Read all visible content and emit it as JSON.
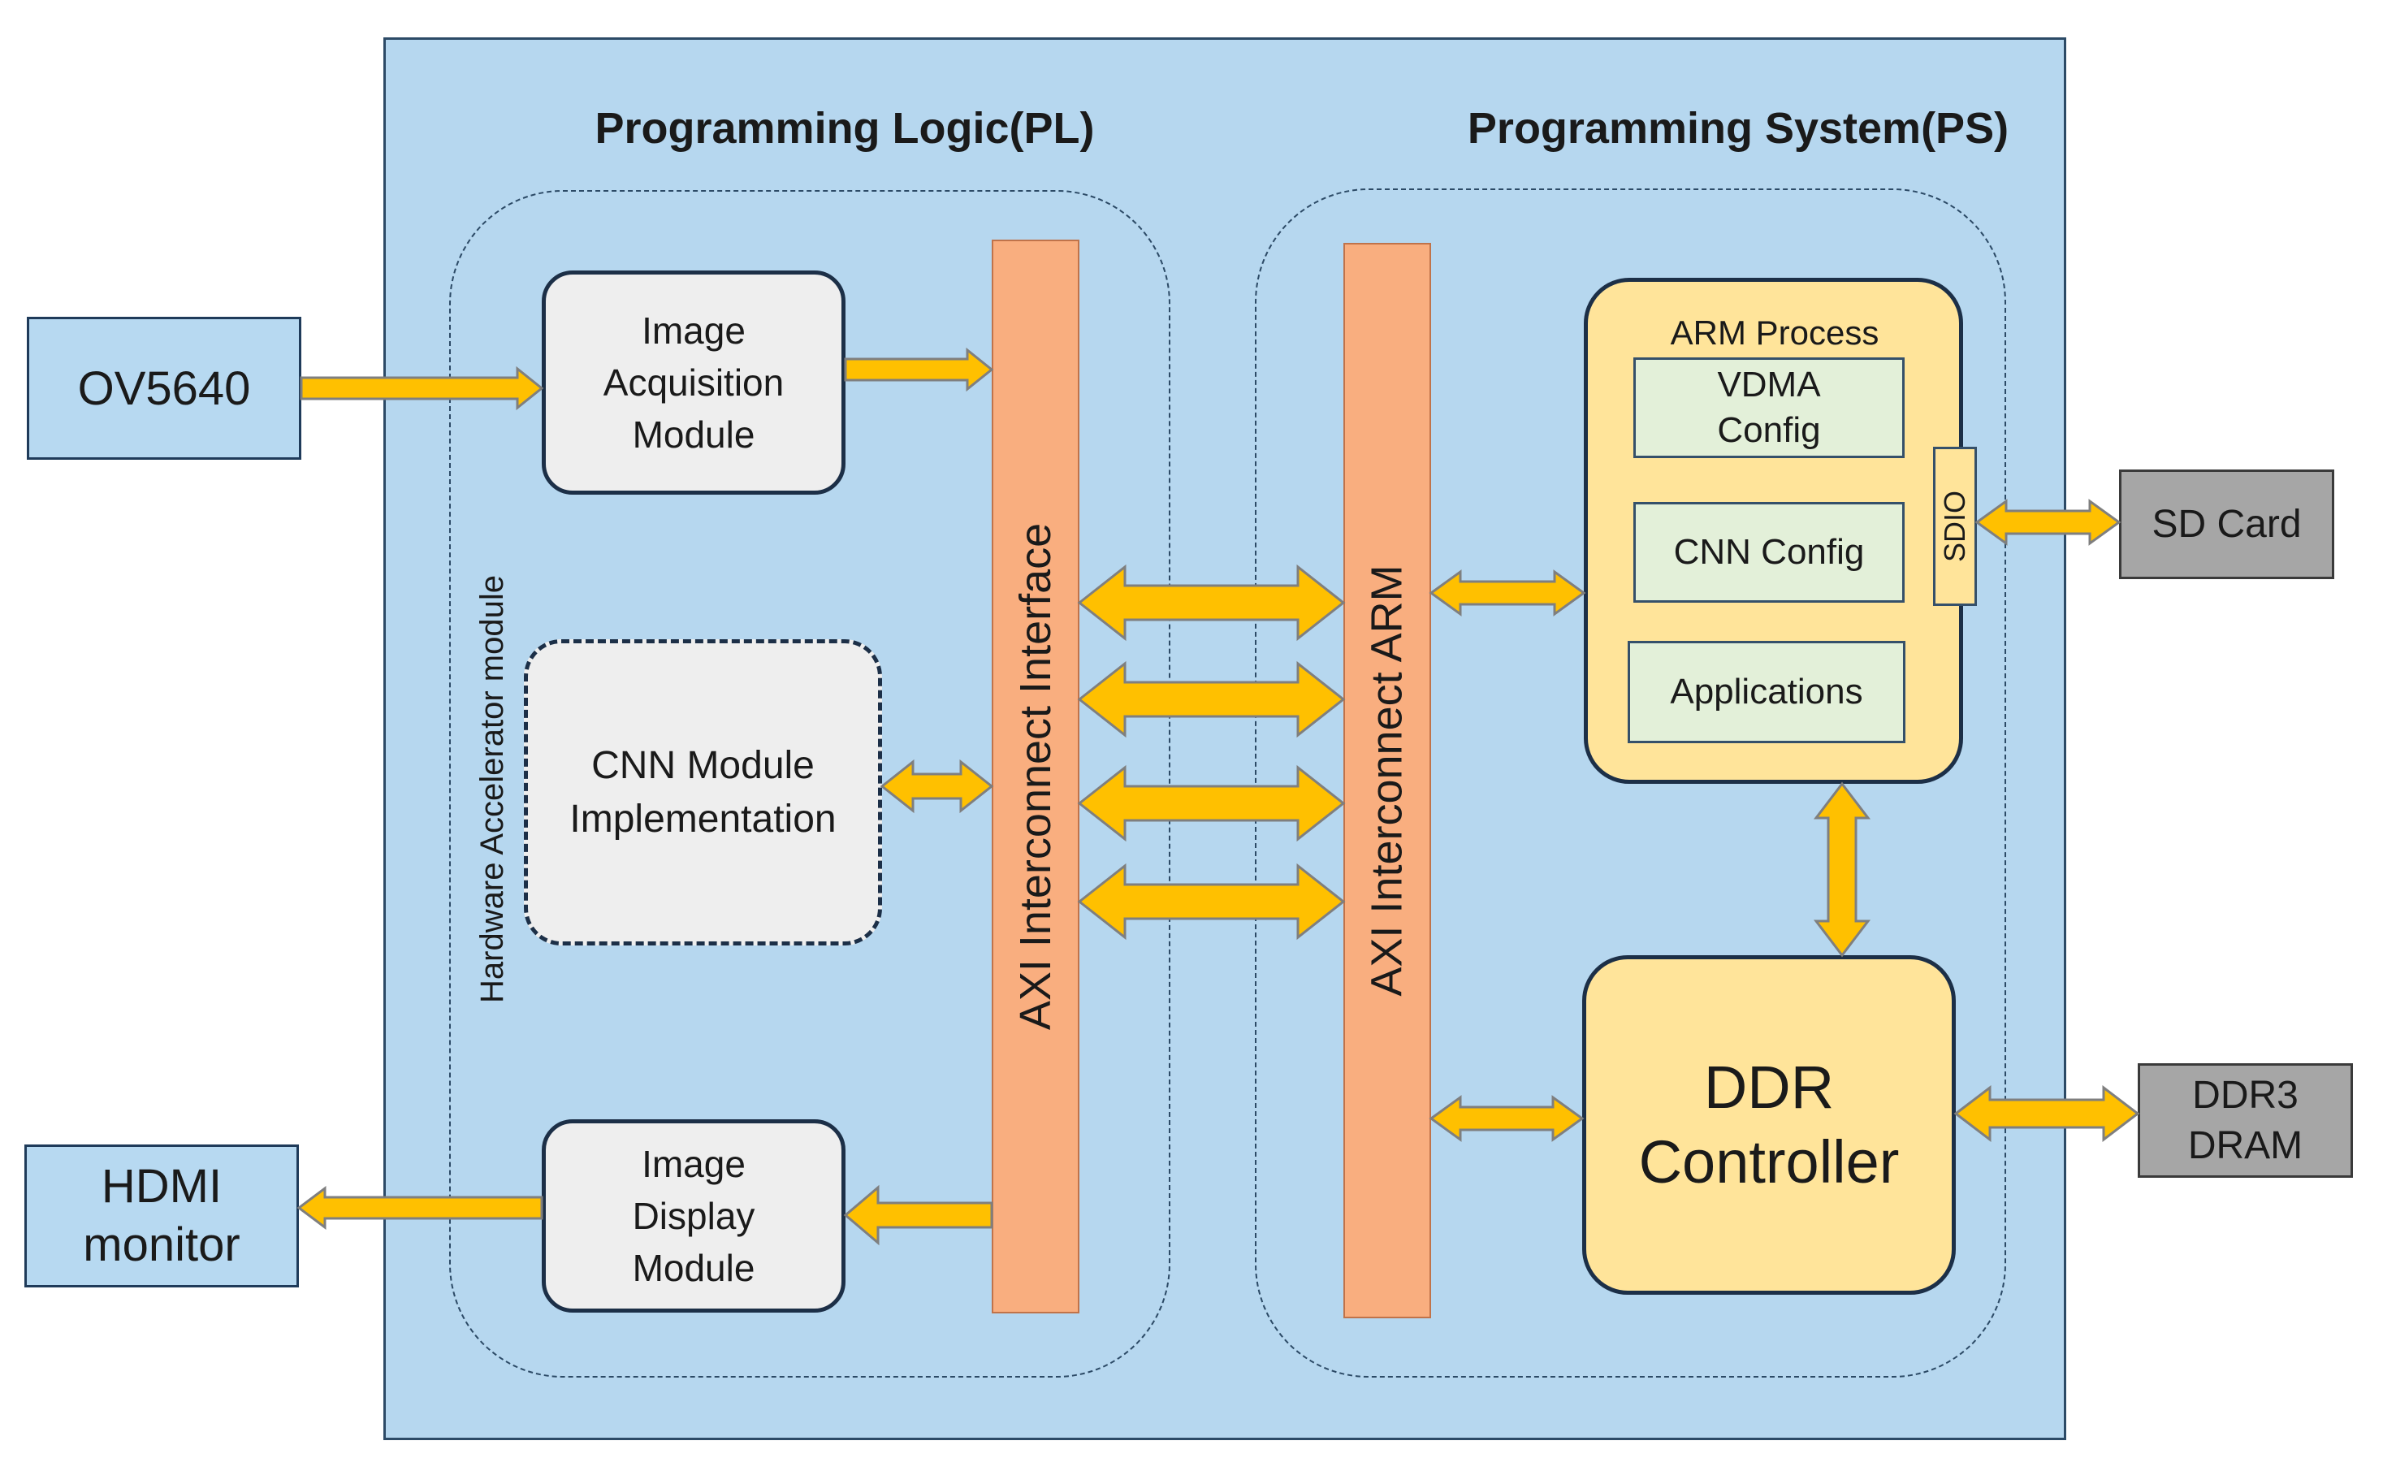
{
  "pl_title": "Programming Logic(PL)",
  "ps_title": "Programming System(PS)",
  "hw_module_label": "Hardware Accelerator module",
  "camera": "OV5640",
  "hdmi": [
    "HDMI",
    "monitor"
  ],
  "sd_card": "SD Card",
  "dram": [
    "DDR3",
    "DRAM"
  ],
  "acq_module": [
    "Image",
    "Acquisition",
    "Module"
  ],
  "cnn_module": [
    "CNN Module",
    "Implementation"
  ],
  "disp_module": [
    "Image",
    "Display",
    "Module"
  ],
  "axi_interface": "AXI Interconnect Interface",
  "axi_arm": "AXI Interconnect ARM",
  "arm_process": "ARM Process",
  "vdma_config": [
    "VDMA",
    "Config"
  ],
  "cnn_config": "CNN Config",
  "applications": "Applications",
  "sdio": "SDIO",
  "ddr_controller": [
    "DDR",
    "Controller"
  ],
  "colors": {
    "arrow_fill": "#ffc000",
    "arrow_stroke": "#7f7f7f",
    "main_bg": "#b6d7ef",
    "axi_bar": "#f9ae7f",
    "arm_bg": "#ffe49a",
    "config_bg": "#e3f0d9",
    "module_bg": "#eeeeee",
    "external_gray": "#a6a6a6"
  }
}
